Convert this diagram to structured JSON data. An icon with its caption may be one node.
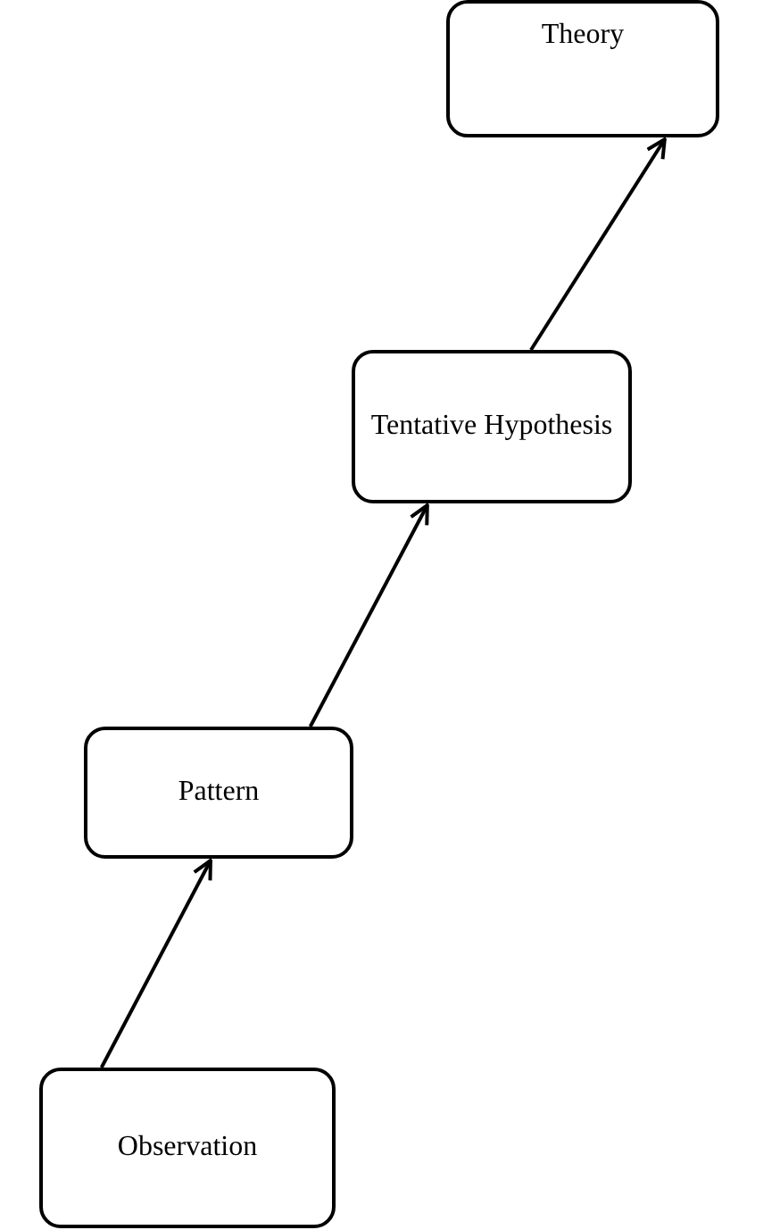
{
  "diagram": {
    "nodes": [
      {
        "text": [
          "Observation"
        ]
      },
      {
        "text": [
          "Pattern"
        ]
      },
      {
        "text": [
          "Tentative Hypothesis"
        ]
      },
      {
        "text": [
          "Theory"
        ]
      }
    ],
    "edges": [
      {
        "from": 0,
        "to": 1,
        "arrow": "to"
      },
      {
        "from": 1,
        "to": 2,
        "arrow": "to"
      },
      {
        "from": 2,
        "to": 3,
        "arrow": "to"
      }
    ]
  }
}
